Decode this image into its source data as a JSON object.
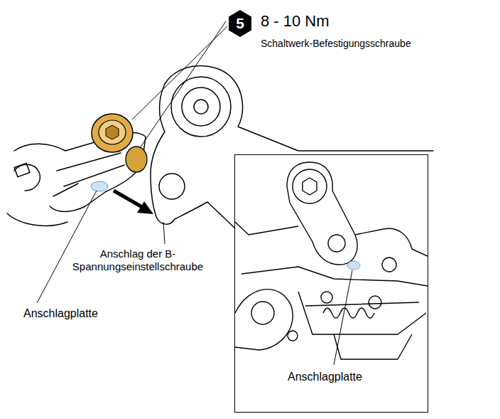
{
  "diagram": {
    "nodes": [
      {
        "text": [
          "Anschlagplatte"
        ]
      }
    ],
    "labels": [
      "5",
      "8 - 10 Nm",
      "Schaltwerk-Befestigungsschraube",
      "Anschlag der B-Spannungseinstellschraube",
      "Anschlagplatte"
    ]
  }
}
